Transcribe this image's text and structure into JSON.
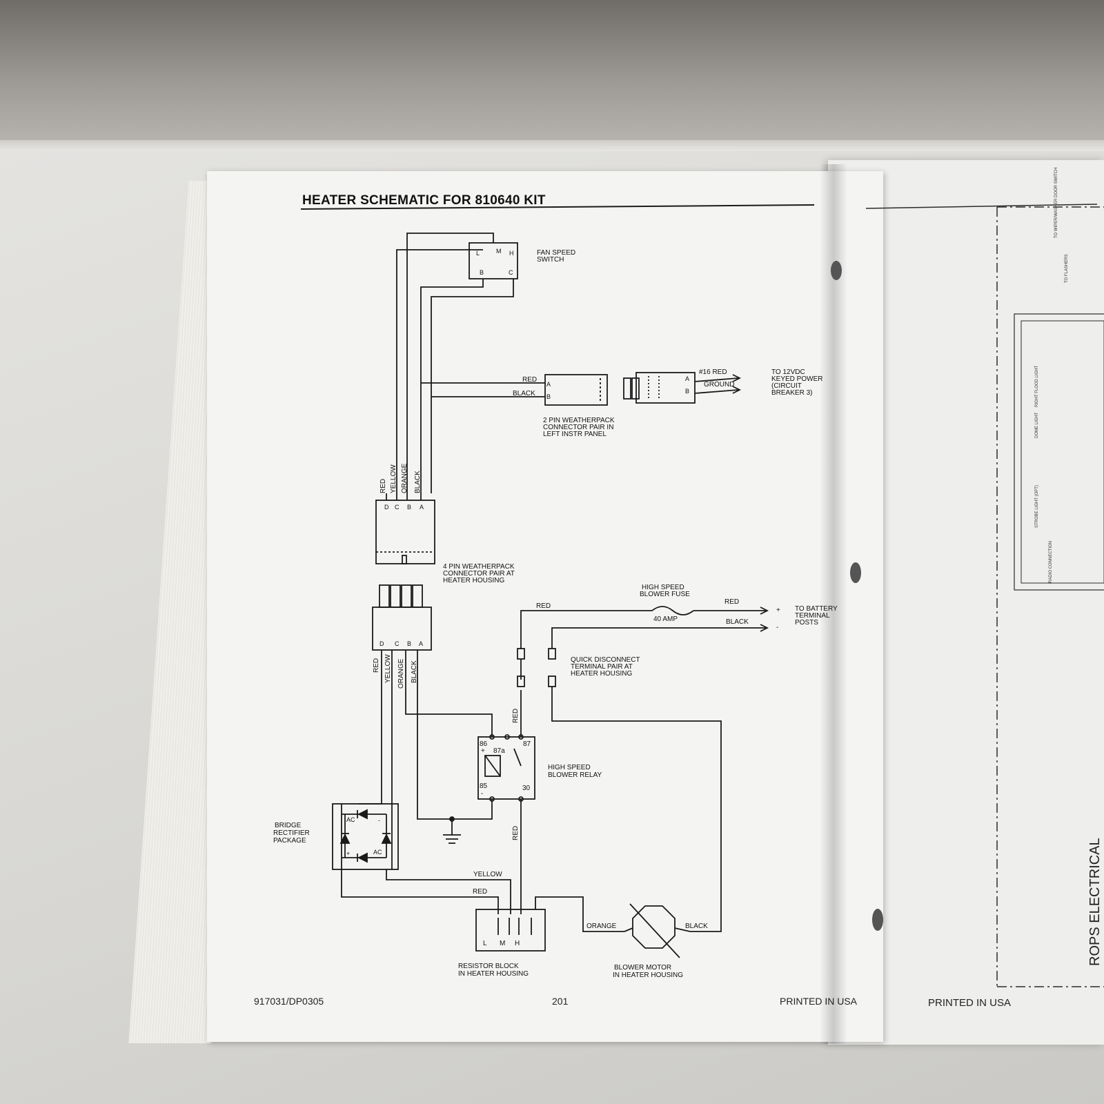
{
  "document": {
    "title": "HEATER SCHEMATIC FOR 810640 KIT",
    "footer_left": "917031/DP0305",
    "footer_page": "201",
    "footer_right": "PRINTED IN USA"
  },
  "fan_switch": {
    "pin_m": "M",
    "pin_l": "L",
    "pin_h": "H",
    "pin_b": "B",
    "pin_c": "C",
    "label_1": "FAN SPEED",
    "label_2": "SWITCH"
  },
  "power_connector": {
    "wire_red": "RED",
    "wire_black": "BLACK",
    "pin_a": "A",
    "pin_b": "B",
    "label_1": "2 PIN WEATHERPACK",
    "label_2": "CONNECTOR PAIR IN",
    "label_3": "LEFT INSTR PANEL",
    "mate_pin_a": "A",
    "mate_pin_b": "B",
    "out_1": "#16 RED",
    "out_2": "GROUND",
    "dest_1": "TO 12VDC",
    "dest_2": "KEYED POWER",
    "dest_3": "(CIRCUIT",
    "dest_4": "BREAKER 3)"
  },
  "upper_wires": {
    "w1": "RED",
    "w2": "YELLOW",
    "w3": "ORANGE",
    "w4": "BLACK"
  },
  "connector_top_pins": {
    "p1": "D",
    "p2": "C",
    "p3": "B",
    "p4": "A"
  },
  "housing_connector": {
    "label_1": "4 PIN WEATHERPACK",
    "label_2": "CONNECTOR PAIR AT",
    "label_3": "HEATER HOUSING",
    "p1": "D",
    "p2": "C",
    "p3": "B",
    "p4": "A"
  },
  "lower_wires": {
    "w1": "RED",
    "w2": "YELLOW",
    "w3": "ORANGE",
    "w4": "BLACK"
  },
  "battery": {
    "fuse_1": "HIGH SPEED",
    "fuse_2": "BLOWER FUSE",
    "fuse_amp": "40 AMP",
    "wire_red_left": "RED",
    "wire_red_right": "RED",
    "wire_black": "BLACK",
    "plus": "+",
    "minus": "-",
    "dest_1": "TO BATTERY",
    "dest_2": "TERMINAL",
    "dest_3": "POSTS"
  },
  "quick_disconnect": {
    "label_1": "QUICK DISCONNECT",
    "label_2": "TERMINAL PAIR AT",
    "label_3": "HEATER HOUSING",
    "wire_red": "RED"
  },
  "relay": {
    "pin_86": "86",
    "pin_87a": "87a",
    "pin_87": "87",
    "pin_85": "85",
    "pin_30": "30",
    "plus": "+",
    "minus": "-",
    "label_1": "HIGH SPEED",
    "label_2": "BLOWER RELAY",
    "wire_red_below": "RED"
  },
  "rectifier": {
    "label_1": "BRIDGE",
    "label_2": "RECTIFIER",
    "label_3": "PACKAGE",
    "ac_1": "AC",
    "ac_2": "AC",
    "plus": "+",
    "minus": "-"
  },
  "resistor_block": {
    "wire_yellow": "YELLOW",
    "wire_red": "RED",
    "pin_l": "L",
    "pin_m": "M",
    "pin_h": "H",
    "label_1": "RESISTOR BLOCK",
    "label_2": "IN HEATER HOUSING"
  },
  "blower_motor": {
    "wire_orange": "ORANGE",
    "wire_black": "BLACK",
    "label_1": "BLOWER MOTOR",
    "label_2": "IN HEATER HOUSING"
  },
  "right_page": {
    "footer": "PRINTED IN USA",
    "vertical_title": "ROPS ELECTRICAL",
    "small_1": "TO WIPER/WASHER DOOR SWITCH",
    "small_2": "TO FLASHERS",
    "small_3": "RIGHT FLOOD LIGHT",
    "small_4": "DOME LIGHT",
    "small_5": "STROBE LIGHT (OPT)",
    "small_6": "RADIO CONNECTION"
  }
}
